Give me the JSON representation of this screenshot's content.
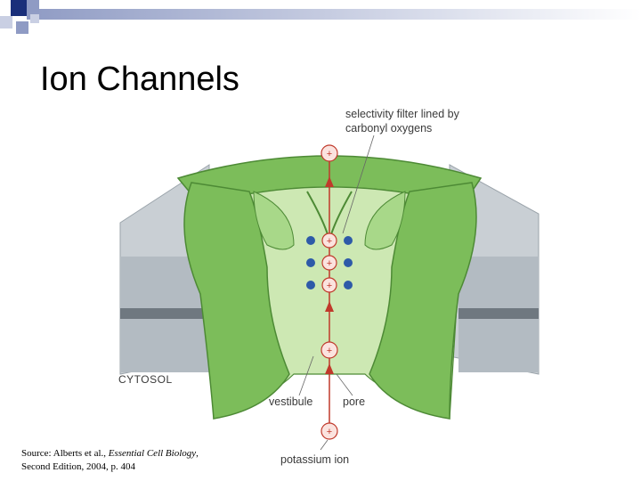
{
  "slide": {
    "title": "Ion Channels"
  },
  "figure": {
    "labels": {
      "selectivity_filter_line1": "selectivity filter lined by",
      "selectivity_filter_line2": "carbonyl oxygens",
      "cytosol": "CYTOSOL",
      "vestibule": "vestibule",
      "pore": "pore",
      "potassium_ion": "potassium ion"
    },
    "ion_symbol": "+"
  },
  "source": {
    "prefix": "Source: Alberts et al., ",
    "book_title": "Essential Cell Biology",
    "suffix": ",",
    "line2": "Second Edition, 2004, p. 404"
  },
  "colors": {
    "deco_blue": "#1a2f7a",
    "channel_green": "#7cbd5a",
    "channel_light": "#cde8b3",
    "membrane_gray": "#c9cfd4",
    "ion_red": "#c0392b",
    "oxygen_blue": "#2e5aa8"
  }
}
